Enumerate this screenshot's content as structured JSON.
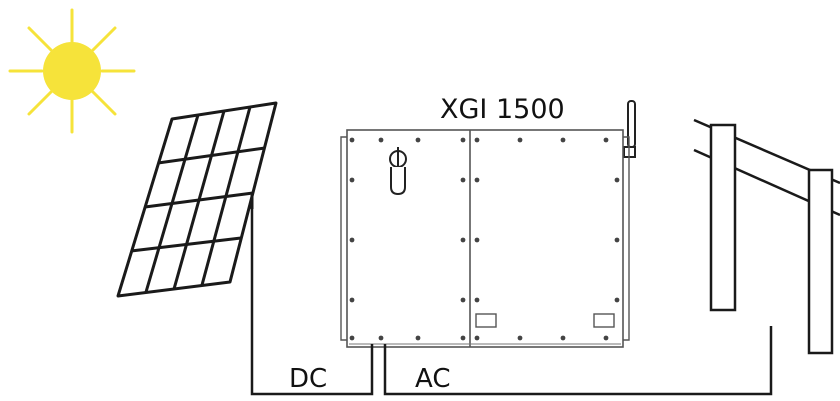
{
  "inverter": {
    "model": "XGI 1500"
  },
  "connections": {
    "dc_label": "DC",
    "ac_label": "AC"
  },
  "colors": {
    "sun": "#f6e33a",
    "line": "#1a1a1a",
    "inverter_outline": "#444444"
  },
  "icons": [
    "sun-icon",
    "solar-panel-icon",
    "antenna-icon",
    "dc-switch-icon",
    "utility-pole-icon"
  ]
}
